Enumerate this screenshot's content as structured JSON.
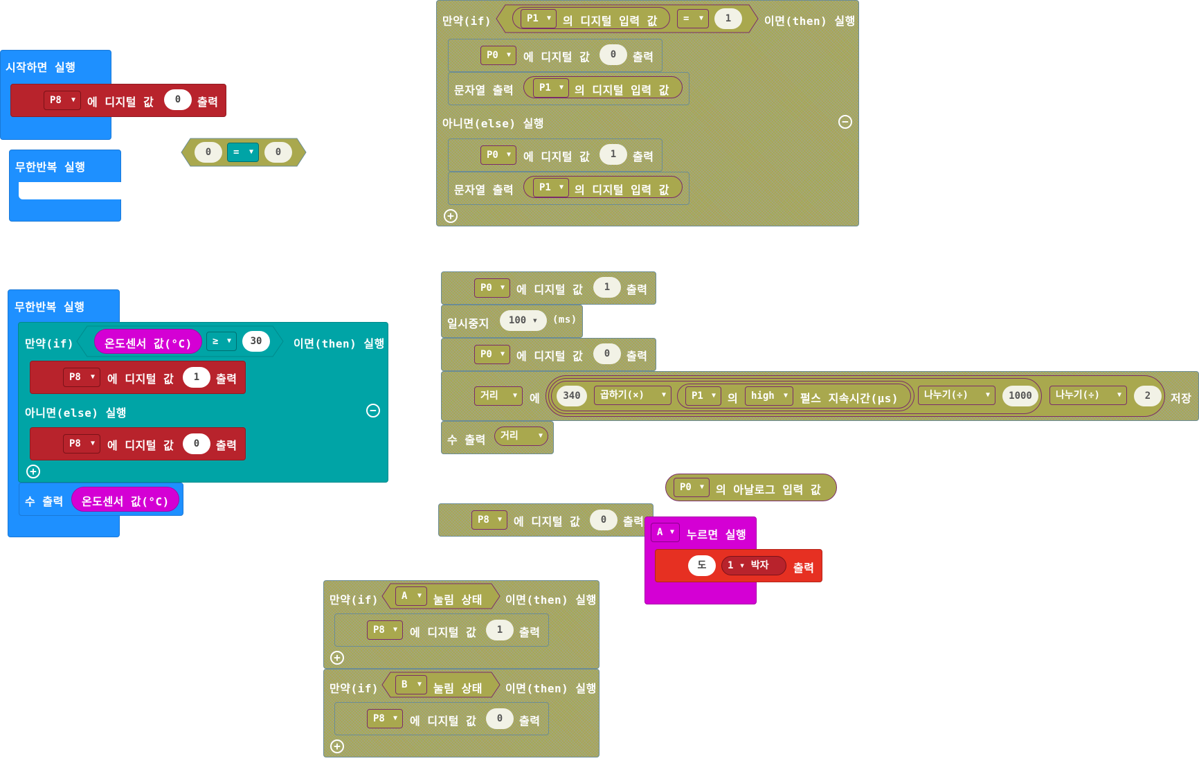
{
  "blocks": {
    "on_start": {
      "label": "시작하면 실행",
      "pin": "P8",
      "text": "에 디지털 값",
      "value": "0",
      "out": "출력"
    },
    "forever_empty": {
      "label": "무한반복 실행"
    },
    "compare": {
      "left": "0",
      "op": "=",
      "right": "0"
    },
    "forever_temp": {
      "label": "무한반복 실행",
      "if": "만약(if)",
      "sensor": "온도센서 값(°C)",
      "op": "≥",
      "threshold": "30",
      "then": "이면(then) 실행",
      "else": "아니면(else) 실행",
      "pin1": "P8",
      "text1": "에 디지털 값",
      "val1": "1",
      "out1": "출력",
      "pin2": "P8",
      "text2": "에 디지털 값",
      "val2": "0",
      "out2": "출력",
      "show": "수 출력",
      "show_val": "온도센서 값(°C)"
    },
    "if_p1": {
      "if": "만약(if)",
      "pin": "P1",
      "read": "의 디지털 입력 값",
      "op": "=",
      "val": "1",
      "then": "이면(then) 실행",
      "w1_pin": "P0",
      "w1_text": "에 디지털 값",
      "w1_val": "0",
      "w1_out": "출력",
      "s1": "문자열 출력",
      "s1_pin": "P1",
      "s1_read": "의 디지털 입력 값",
      "else": "아니면(else) 실행",
      "w2_pin": "P0",
      "w2_text": "에 디지털 값",
      "w2_val": "1",
      "w2_out": "출력",
      "s2": "문자열 출력",
      "s2_pin": "P1",
      "s2_read": "의 디지털 입력 값"
    },
    "ultra": {
      "w1_pin": "P0",
      "w1_text": "에 디지털 값",
      "w1_val": "1",
      "w1_out": "출력",
      "pause": "일시중지",
      "pause_val": "100",
      "ms": "(ms)",
      "w2_pin": "P0",
      "w2_text": "에 디지털 값",
      "w2_val": "0",
      "w2_out": "출력",
      "var": "거리",
      "at": "에",
      "v340": "340",
      "mul": "곱하기(×)",
      "p_pin": "P1",
      "p_of": "의",
      "p_high": "high",
      "pulse": "펄스 지속시간(µs)",
      "div1": "나누기(÷)",
      "v1000": "1000",
      "div2": "나누기(÷)",
      "v2": "2",
      "save": "저장",
      "show": "수 출력",
      "show_var": "거리"
    },
    "analog": {
      "pin": "P0",
      "text": "의 아날로그 입력 값"
    },
    "loose_write": {
      "pin": "P8",
      "text": "에 디지털 값",
      "val": "0",
      "out": "출력"
    },
    "button_a": {
      "btn": "A",
      "label": "누르면 실행",
      "note": "도",
      "beat": "1",
      "beat_unit": "박자",
      "out": "출력"
    },
    "if_ab": {
      "if1": "만약(if)",
      "btn1": "A",
      "state1": "눌림 상태",
      "then1": "이면(then) 실행",
      "pin1": "P8",
      "text1": "에 디지털 값",
      "val1": "1",
      "out1": "출력",
      "if2": "만약(if)",
      "btn2": "B",
      "state2": "눌림 상태",
      "then2": "이면(then) 실행",
      "pin2": "P8",
      "text2": "에 디지털 값",
      "val2": "0",
      "out2": "출력"
    }
  },
  "colors": {
    "basic": "#1e90ff",
    "pins": "#b8232c",
    "logic": "#00a4a6",
    "input": "#d400d4",
    "music": "#e63022",
    "disabled": "#a9a84e"
  }
}
